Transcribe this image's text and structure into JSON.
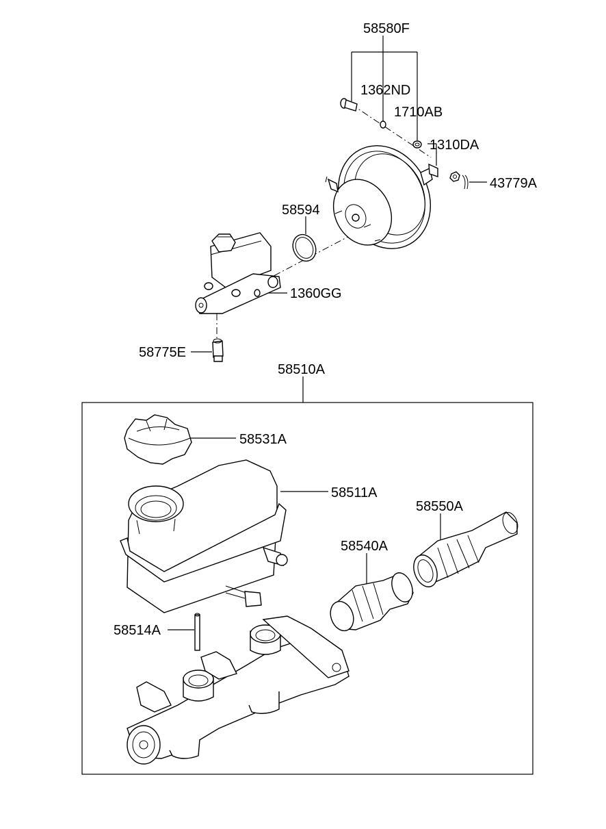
{
  "labels": {
    "p58580F": "58580F",
    "p1362ND": "1362ND",
    "p1710AB": "1710AB",
    "p1310DA": "1310DA",
    "p43779A": "43779A",
    "p58594": "58594",
    "p1360GG": "1360GG",
    "p58775E": "58775E",
    "p58510A": "58510A",
    "p58531A": "58531A",
    "p58511A": "58511A",
    "p58550A": "58550A",
    "p58540A": "58540A",
    "p58514A": "58514A"
  }
}
